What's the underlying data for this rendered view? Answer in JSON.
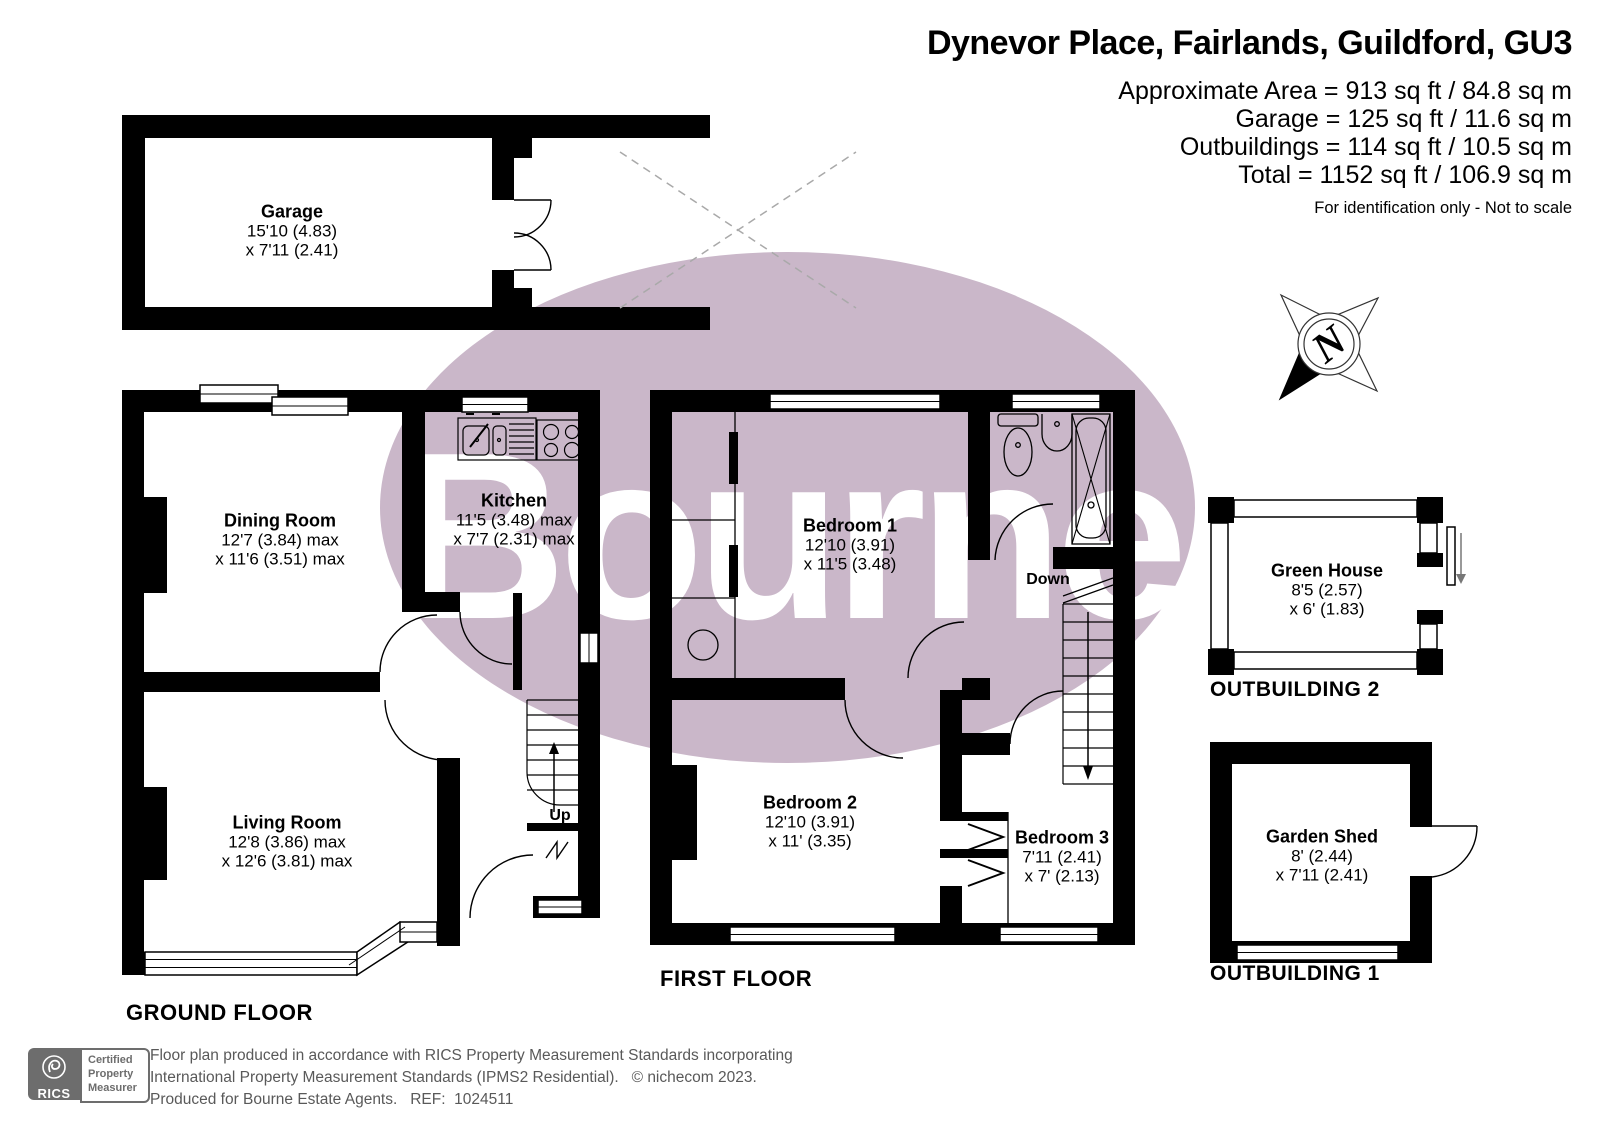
{
  "header": {
    "title": "Dynevor Place, Fairlands, Guildford, GU3",
    "area_lines": [
      "Approximate Area = 913 sq ft / 84.8 sq m",
      "Garage = 125 sq ft / 11.6 sq m",
      "Outbuildings = 114 sq ft / 10.5 sq m",
      "Total = 1152 sq ft / 106.9 sq m"
    ],
    "disclaimer": "For identification only - Not to scale"
  },
  "watermark": {
    "text": "Bourne",
    "ellipse_color": "#cab7c9",
    "text_color": "#ffffff"
  },
  "rooms": {
    "garage": {
      "name": "Garage",
      "dim1": "15'10 (4.83)",
      "dim2": "x 7'11 (2.41)"
    },
    "dining_room": {
      "name": "Dining Room",
      "dim1": "12'7 (3.84) max",
      "dim2": "x 11'6 (3.51) max"
    },
    "kitchen": {
      "name": "Kitchen",
      "dim1": "11'5 (3.48) max",
      "dim2": "x 7'7 (2.31) max"
    },
    "living_room": {
      "name": "Living Room",
      "dim1": "12'8 (3.86) max",
      "dim2": "x 12'6 (3.81) max"
    },
    "bedroom1": {
      "name": "Bedroom 1",
      "dim1": "12'10 (3.91)",
      "dim2": "x 11'5 (3.48)"
    },
    "bedroom2": {
      "name": "Bedroom 2",
      "dim1": "12'10 (3.91)",
      "dim2": "x 11' (3.35)"
    },
    "bedroom3": {
      "name": "Bedroom 3",
      "dim1": "7'11 (2.41)",
      "dim2": "x 7' (2.13)"
    },
    "green_house": {
      "name": "Green House",
      "dim1": "8'5 (2.57)",
      "dim2": "x 6' (1.83)"
    },
    "garden_shed": {
      "name": "Garden Shed",
      "dim1": "8' (2.44)",
      "dim2": "x 7'11 (2.41)"
    }
  },
  "floor_labels": {
    "ground": "GROUND FLOOR",
    "first": "FIRST FLOOR",
    "outbuilding1": "OUTBUILDING 1",
    "outbuilding2": "OUTBUILDING 2"
  },
  "stairs": {
    "up": "Up",
    "down": "Down"
  },
  "compass": {
    "north": "N"
  },
  "footer": {
    "rics_label": "RICS",
    "badge_lines": [
      "Certified",
      "Property",
      "Measurer"
    ],
    "text_lines": [
      "Floor plan produced in accordance with RICS Property Measurement Standards incorporating",
      "International Property Measurement Standards (IPMS2 Residential).   © nichecom 2023.",
      "Produced for Bourne Estate Agents.   REF:  1024511"
    ]
  }
}
